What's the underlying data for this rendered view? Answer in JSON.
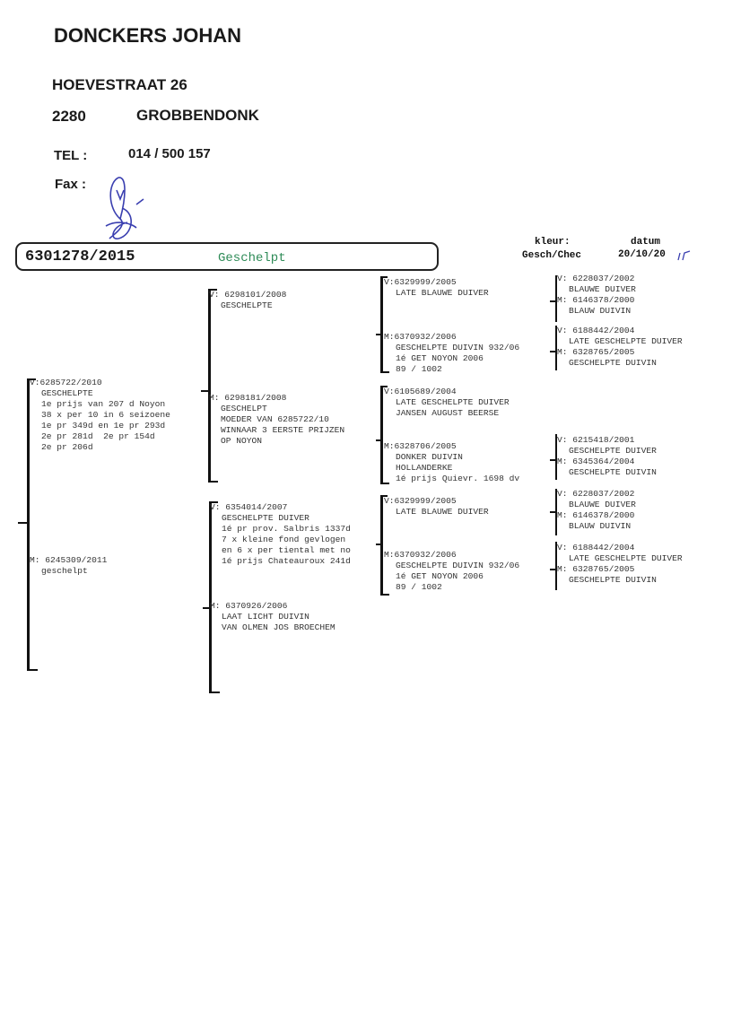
{
  "breeder": {
    "name": "DONCKERS JOHAN",
    "street": "HOEVESTRAAT 26",
    "postal_code": "2280",
    "city": "GROBBENDONK",
    "tel_label": "TEL :",
    "tel": "014 / 500 157",
    "fax_label": "Fax :"
  },
  "pigeon": {
    "ring": "6301278/2015",
    "color_name": "Geschelpt",
    "kleur_label": "kleur:",
    "kleur": "Gesch/Chec",
    "datum_label": "datum",
    "datum": "20/10/20"
  },
  "colors": {
    "accent_green": "#2e8b57",
    "signature_blue": "#3a3fb0"
  },
  "pedigree": {
    "sire": {
      "head": "V:6285722/2010",
      "lines": [
        "GESCHELPTE",
        "1e prijs van 207 d Noyon",
        "38 x per 10 in 6 seizoene",
        "1e pr 349d en 1e pr 293d",
        "2e pr 281d  2e pr 154d",
        "2e pr 206d"
      ]
    },
    "dam": {
      "head": "M: 6245309/2011",
      "lines": [
        "geschelpt"
      ]
    },
    "sire_sire": {
      "head": "V: 6298101/2008",
      "lines": [
        "GESCHELPTE"
      ]
    },
    "sire_dam": {
      "head": "M: 6298181/2008",
      "lines": [
        "GESCHELPT",
        "MOEDER VAN 6285722/10",
        "WINNAAR 3 EERSTE PRIJZEN",
        "OP NOYON"
      ]
    },
    "dam_sire": {
      "head": "V: 6354014/2007",
      "lines": [
        "GESCHELPTE DUIVER",
        "1é pr prov. Salbris 1337d",
        "7 x kleine fond gevlogen",
        "en 6 x per tiental met no",
        "1é prijs Chateauroux 241d"
      ]
    },
    "dam_dam": {
      "head": "M: 6370926/2006",
      "lines": [
        "LAAT LICHT DUIVIN",
        "VAN OLMEN JOS BROECHEM"
      ]
    },
    "ss_sire": {
      "head": "V:6329999/2005",
      "lines": [
        "LATE BLAUWE DUIVER"
      ]
    },
    "ss_dam": {
      "head": "M:6370932/2006",
      "lines": [
        "GESCHELPTE DUIVIN 932/06",
        "1é GET NOYON 2006",
        "89 / 1002"
      ]
    },
    "sd_sire": {
      "head": "V:6105689/2004",
      "lines": [
        "LATE GESCHELPTE DUIVER",
        "JANSEN AUGUST BEERSE"
      ]
    },
    "sd_dam": {
      "head": "M:6328706/2005",
      "lines": [
        "DONKER DUIVIN",
        "HOLLANDERKE",
        "1é prijs Quievr. 1698 dv"
      ]
    },
    "ds_sire": {
      "head": "V:6329999/2005",
      "lines": [
        "LATE BLAUWE DUIVER"
      ]
    },
    "ds_dam": {
      "head": "M:6370932/2006",
      "lines": [
        "GESCHELPTE DUIVIN 932/06",
        "1é GET NOYON 2006",
        "89 / 1002"
      ]
    },
    "g4_1": {
      "head": "V: 6228037/2002",
      "lines": [
        "BLAUWE DUIVER"
      ]
    },
    "g4_2": {
      "head": "M: 6146378/2000",
      "lines": [
        "BLAUW DUIVIN"
      ]
    },
    "g4_3": {
      "head": "V: 6188442/2004",
      "lines": [
        "LATE GESCHELPTE DUIVER"
      ]
    },
    "g4_4": {
      "head": "M: 6328765/2005",
      "lines": [
        "GESCHELPTE DUIVIN"
      ]
    },
    "g4_5": {
      "head": "V: 6215418/2001",
      "lines": [
        "GESCHELPTE DUIVER"
      ]
    },
    "g4_6": {
      "head": "M: 6345364/2004",
      "lines": [
        "GESCHELPTE DUIVIN"
      ]
    },
    "g4_7": {
      "head": "V: 6228037/2002",
      "lines": [
        "BLAUWE DUIVER"
      ]
    },
    "g4_8": {
      "head": "M: 6146378/2000",
      "lines": [
        "BLAUW DUIVIN"
      ]
    },
    "g4_9": {
      "head": "V: 6188442/2004",
      "lines": [
        "LATE GESCHELPTE DUIVER"
      ]
    },
    "g4_10": {
      "head": "M: 6328765/2005",
      "lines": [
        "GESCHELPTE DUIVIN"
      ]
    }
  }
}
